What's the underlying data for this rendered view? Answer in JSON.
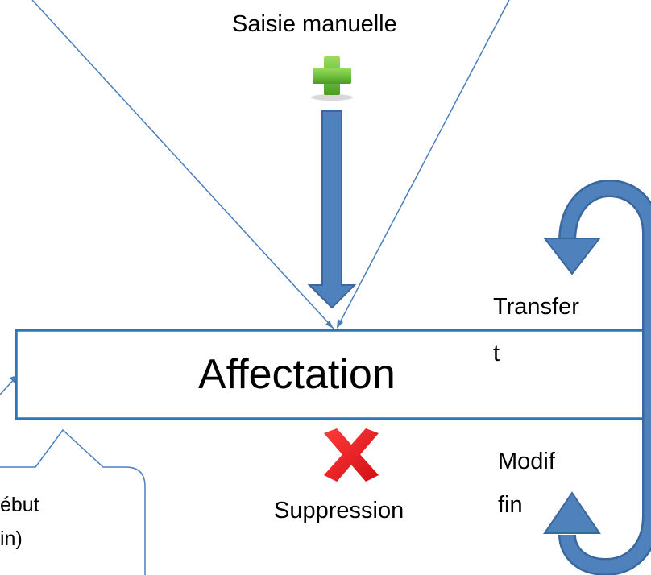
{
  "diagram": {
    "saisie_label": "Saisie manuelle",
    "affectation_label": "Affectation",
    "transfer_label_line1": "Transfer",
    "transfer_label_line2": "t",
    "modif_label_line1": "Modif",
    "modif_label_line2": "fin",
    "suppression_label": "Suppression",
    "callout_line1": "ébut",
    "callout_line2": "in)"
  },
  "colors": {
    "arrow_fill": "#4f81bd",
    "arrow_stroke": "#3a679c",
    "box_border": "#2e75b6",
    "plus_green": "#6cbf3b",
    "delete_red": "#e8141b",
    "line_blue": "#4a7ebb"
  },
  "icons": {
    "plus": "plus-icon",
    "delete": "delete-x-icon"
  }
}
